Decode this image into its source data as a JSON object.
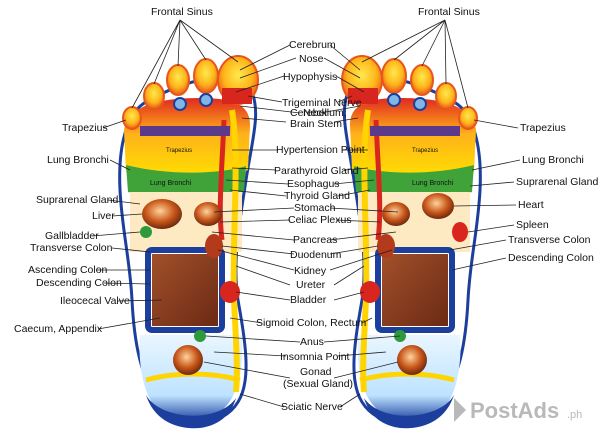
{
  "diagram": {
    "labels": {
      "frontal_sinus": "Frontal Sinus",
      "cerebrum": "Cerebrum",
      "nose": "Nose",
      "hypophysis": "Hypophysis",
      "trigeminal_nerve": "Trigeminal Nerve",
      "neck": "Neck",
      "cerebellum_brain_stem_line1": "Cerebellum,",
      "cerebellum_brain_stem_line2": "Brain Stem",
      "hypertension_point": "Hypertension Point",
      "parathyroid_gland": "Parathyroid Gland",
      "esophagus": "Esophagus",
      "thyroid_gland": "Thyroid Gland",
      "stomach": "Stomach",
      "celiac_plexus": "Celiac Plexus",
      "pancreas": "Pancreas",
      "duodenum": "Duodenum",
      "kidney": "Kidney",
      "ureter": "Ureter",
      "bladder": "Bladder",
      "sigmoid_colon_rectum": "Sigmoid Colon, Rectum",
      "anus": "Anus",
      "insomnia_point": "Insomnia Point",
      "gonad_line1": "Gonad",
      "gonad_line2": "(Sexual Gland)",
      "sciatic_nerve": "Sciatic Nerve",
      "trapezius": "Trapezius",
      "lung_bronchi": "Lung Bronchi",
      "suprarenal_gland": "Suprarenal Gland",
      "liver": "Liver",
      "gallbladder": "Gallbladder",
      "transverse_colon": "Transverse Colon",
      "ascending_colon": "Ascending Colon",
      "descending_colon": "Descending Colon",
      "ileocecal_valve": "Ileocecal Valve",
      "caecum_appendix": "Caecum, Appendix",
      "heart": "Heart",
      "spleen": "Spleen",
      "foot_lung_tag": "Lung Bronchi",
      "foot_trapezius_tag": "Trapezius"
    },
    "watermark": {
      "brand": "PostAds",
      "suffix": ".ph"
    },
    "colors": {
      "heel_blue": "#1c3f9e",
      "toe_orange": "#f39a1a",
      "toe_yellow": "#ffd400",
      "red": "#d8261f",
      "green": "#2e9a3b",
      "purple": "#5b3a8c",
      "brown": "#8a3b18"
    }
  }
}
